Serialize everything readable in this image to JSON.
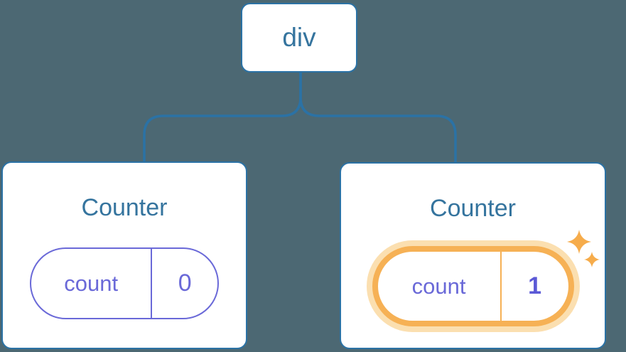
{
  "colors": {
    "bg": "#4C6873",
    "stroke-blue": "#2B72A5",
    "node-text": "#35749E",
    "purple": "#6A69D8",
    "value-bold": "#5B59D6",
    "orange": "#F6B155",
    "orange-glow": "#FBDFB0",
    "sparkle": "#F6AC4B",
    "card-bg": "#FFFFFF"
  },
  "tree": {
    "root": {
      "label": "div"
    },
    "children": [
      {
        "title": "Counter",
        "state": {
          "key": "count",
          "value": "0"
        },
        "highlighted": false
      },
      {
        "title": "Counter",
        "state": {
          "key": "count",
          "value": "1"
        },
        "highlighted": true
      }
    ]
  }
}
